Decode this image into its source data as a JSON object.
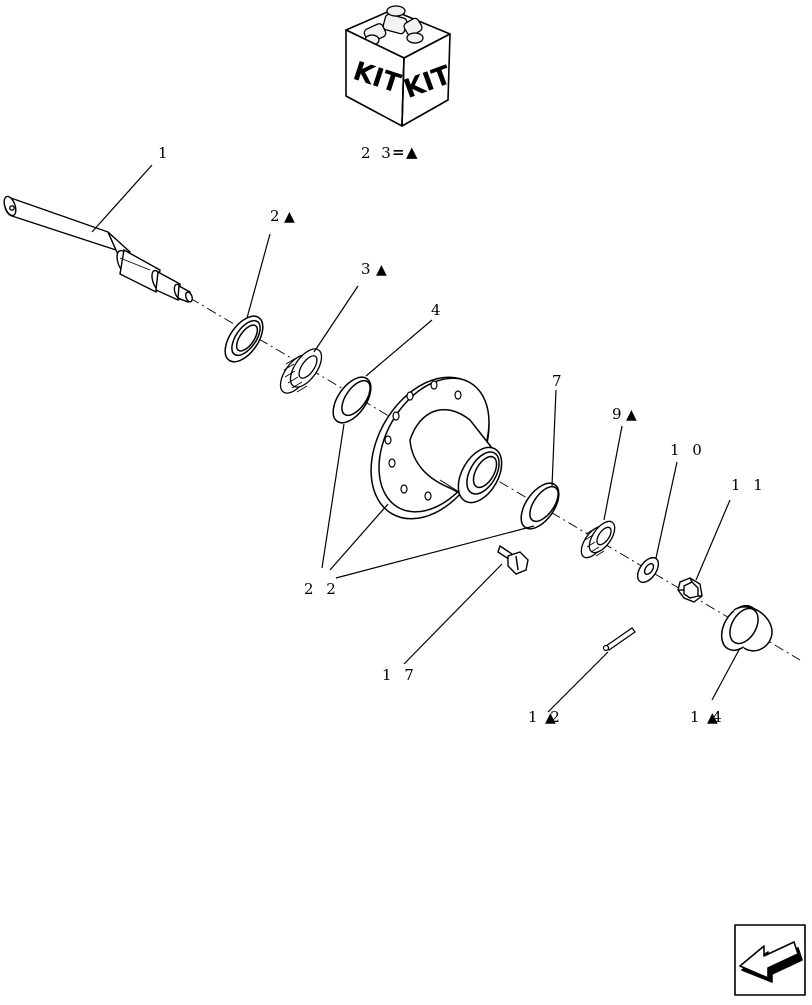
{
  "kit_box": {
    "label_left": "KIT",
    "label_right": "KIT",
    "note_number": "2 3",
    "note_equals": "=",
    "note_symbol": "▲"
  },
  "callouts": [
    {
      "id": "1",
      "text": "1",
      "kit": false
    },
    {
      "id": "2",
      "text": "2",
      "kit": true
    },
    {
      "id": "3",
      "text": "3",
      "kit": true
    },
    {
      "id": "4",
      "text": "4",
      "kit": false
    },
    {
      "id": "7",
      "text": "7",
      "kit": false
    },
    {
      "id": "9",
      "text": "9",
      "kit": true
    },
    {
      "id": "10",
      "text": "1 0",
      "kit": false
    },
    {
      "id": "11",
      "text": "1 1",
      "kit": false
    },
    {
      "id": "12",
      "text": "1 2",
      "kit": true
    },
    {
      "id": "14",
      "text": "1 4",
      "kit": true
    },
    {
      "id": "17",
      "text": "1 7",
      "kit": false
    },
    {
      "id": "22",
      "text": "2 2",
      "kit": false
    }
  ],
  "kit_marker": "▲",
  "icons": {
    "kit_box": "kit-box-icon",
    "nav_arrow": "back-arrow-icon"
  }
}
